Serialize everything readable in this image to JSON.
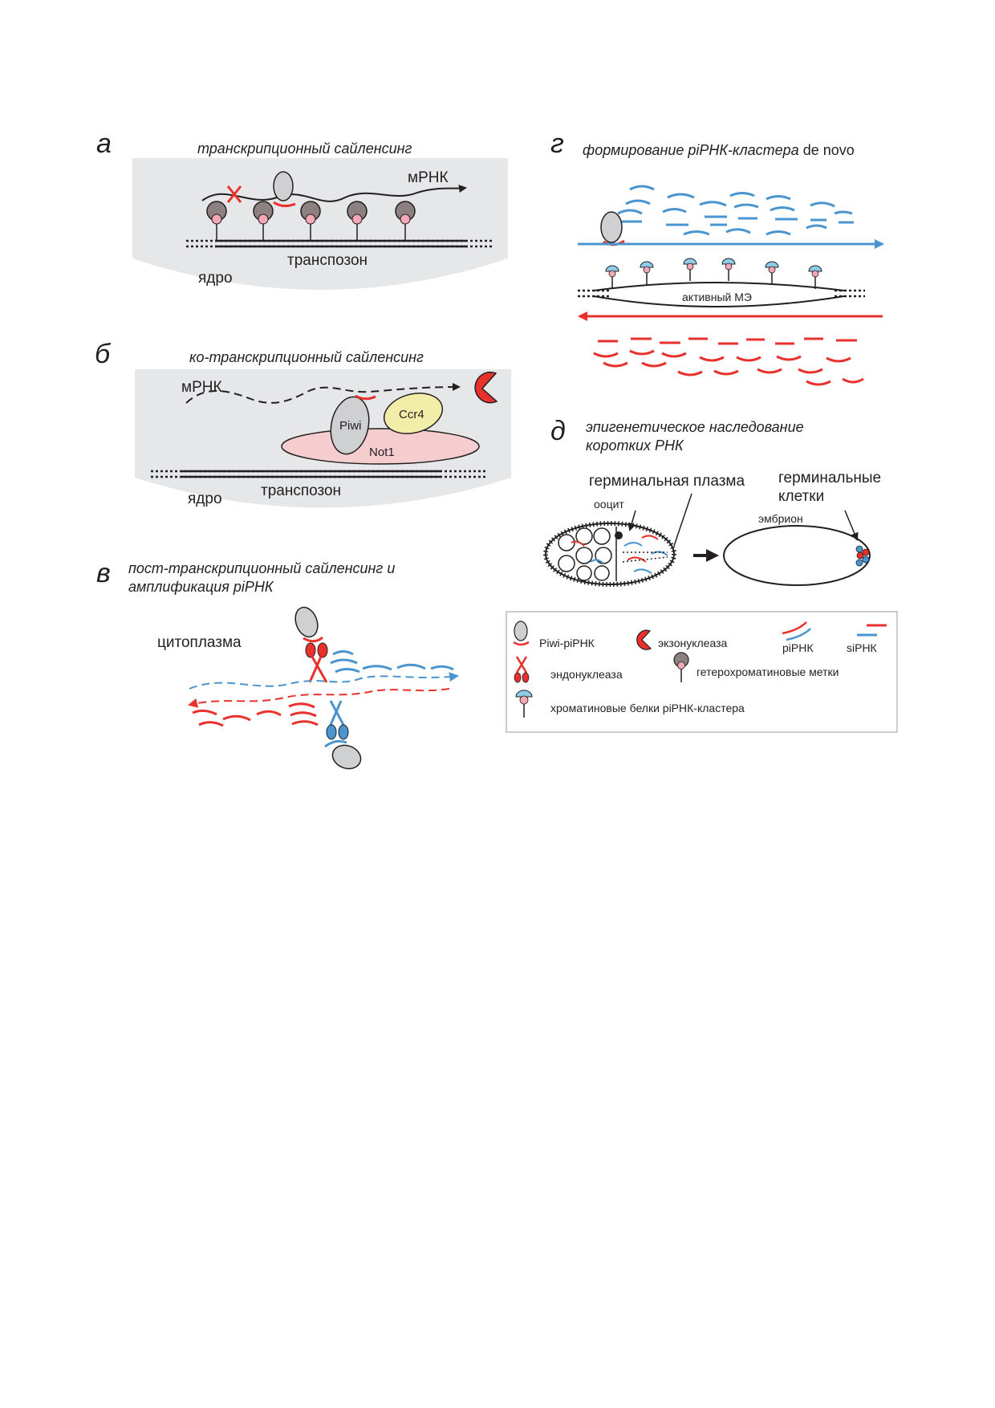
{
  "panels": {
    "a": {
      "letter": "а",
      "title": "транскрипционный сайленсинг",
      "mrna": "мРНК",
      "transposon": "транспозон",
      "nucleus": "ядро"
    },
    "b": {
      "letter": "б",
      "title": "ко-транскрипционный сайленсинг",
      "mrna": "мРНК",
      "piwi": "Piwi",
      "ccr4": "Ccr4",
      "not1": "Not1",
      "transposon": "транспозон",
      "nucleus": "ядро"
    },
    "v": {
      "letter": "в",
      "title_line1": "пост-транскрипционный сайленсинг и",
      "title_line2": "амплификация piРНК",
      "cytoplasm": "цитоплазма"
    },
    "g": {
      "letter": "г",
      "title_italic": "формирование piРНК-кластера",
      "title_plain": " de novo",
      "active_te": "активный МЭ"
    },
    "d": {
      "letter": "д",
      "title_line1": "эпигенетическое наследование",
      "title_line2": "коротких РНК",
      "germ_plasm": "герминальная плазма",
      "germ_cells_line1": "герминальные",
      "germ_cells_line2": "клетки",
      "oocyte": "ооцит",
      "embryo": "эмбрион"
    }
  },
  "legend": {
    "piwi_pirna": "Piwi-piРНК",
    "exonuclease": "экзонуклеаза",
    "pirna": "piРНК",
    "sirna": "siРНК",
    "endonuclease": "эндонуклеаза",
    "heterochromatin_marks": "гетерохроматиновые метки",
    "cluster_proteins": "хроматиновые белки piРНК-кластера"
  },
  "colors": {
    "red": "#e8312c",
    "blue": "#4a95cf",
    "nucleus_gray": "#e6e7e8",
    "piwi_gray": "#cfd0d1",
    "mark_brown": "#8c8180",
    "mark_pink": "#f4a7b5",
    "ccr4_yellow": "#f2eeaa",
    "not1_pink": "#f6cdcf",
    "light_blue": "#8ecdea"
  }
}
